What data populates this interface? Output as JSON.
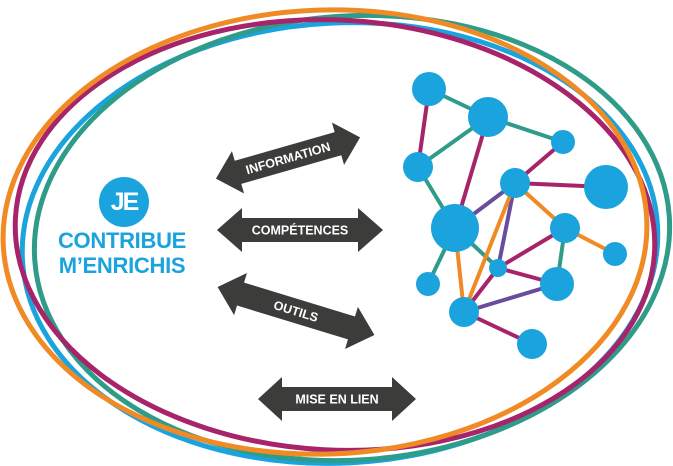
{
  "badge": {
    "text": "JE"
  },
  "left_text": {
    "line1": "CONTRIBUE",
    "line2": "M’ENRICHIS"
  },
  "arrows": [
    {
      "label": "INFORMATION"
    },
    {
      "label": "COMPÉTENCES"
    },
    {
      "label": "OUTILS"
    },
    {
      "label": "MISE EN LIEN"
    }
  ],
  "colors": {
    "accent_blue": "#1aa3dc",
    "orange": "#f08a24",
    "purple": "#a7246b",
    "teal": "#2e9c89",
    "arrow": "#3c3c3b"
  }
}
